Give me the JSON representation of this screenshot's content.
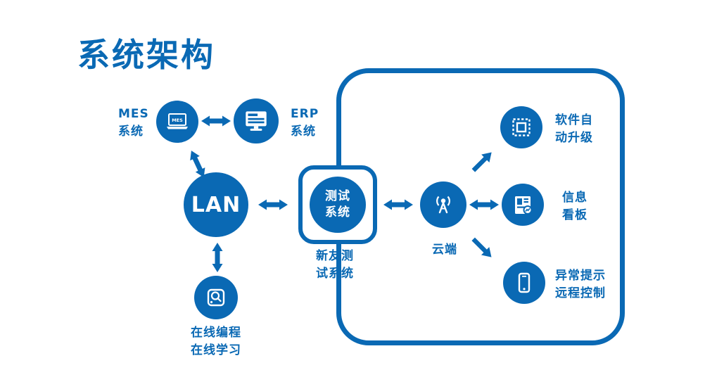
{
  "title": "系统架构",
  "colors": {
    "accent": "#0a69b4",
    "background": "#ffffff"
  },
  "local": {
    "mes": {
      "line1": "MES",
      "line2": "系统",
      "screen_text": "MES"
    },
    "erp": {
      "line1": "ERP",
      "line2": "系统"
    },
    "lan": {
      "label": "LAN"
    },
    "online": {
      "line1": "在线编程",
      "line2": "在线学习"
    }
  },
  "test_system": {
    "box_line1": "测试",
    "box_line2": "系统",
    "caption_line1": "新友测",
    "caption_line2": "试系统"
  },
  "cloud": {
    "label": "云端"
  },
  "cloud_services": {
    "upgrade": {
      "line1": "软件自",
      "line2": "动升级"
    },
    "board": {
      "line1": "信息",
      "line2": "看板"
    },
    "remote": {
      "line1": "异常提示",
      "line2": "远程控制"
    }
  }
}
